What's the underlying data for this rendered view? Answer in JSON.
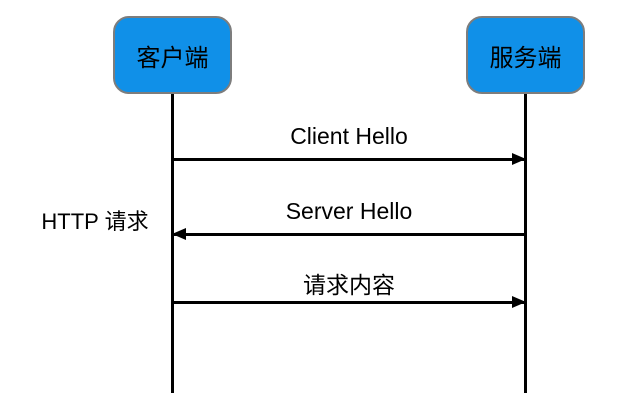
{
  "diagram": {
    "type": "sequence-diagram",
    "actors": [
      {
        "label": "客户端"
      },
      {
        "label": "服务端"
      }
    ],
    "messages": [
      {
        "label": "Client Hello",
        "from": "客户端",
        "to": "服务端",
        "direction": "right"
      },
      {
        "label": "Server Hello",
        "from": "服务端",
        "to": "客户端",
        "direction": "left"
      },
      {
        "label": "请求内容",
        "from": "客户端",
        "to": "服务端",
        "direction": "right"
      }
    ],
    "side_label": "HTTP 请求",
    "colors": {
      "actor_fill": "#1090e8",
      "actor_border": "#7d7d7d",
      "line": "#000000",
      "text": "#000000",
      "background": "#ffffff"
    }
  }
}
